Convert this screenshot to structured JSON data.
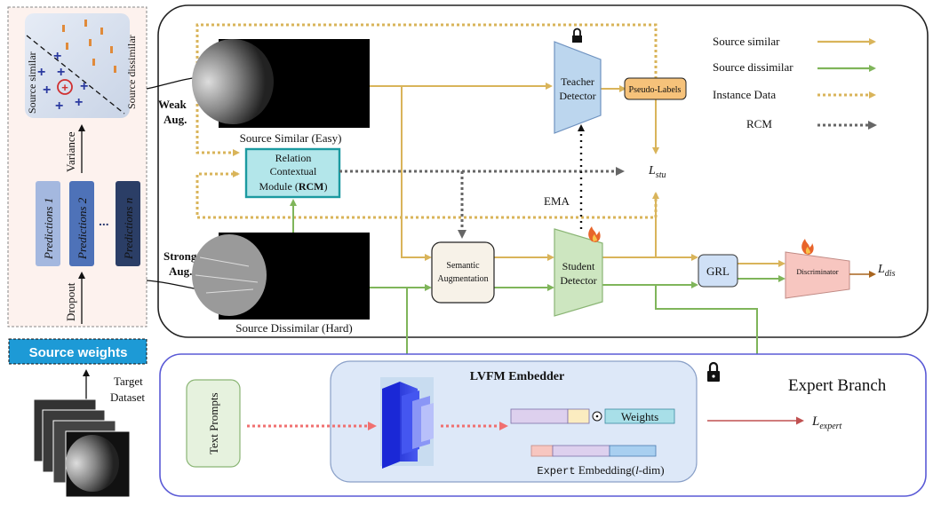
{
  "left_panel": {
    "scatter_similar": "Source similar",
    "scatter_dissimilar": "Source dissimilar",
    "variance": "Variance",
    "dropout": "Dropout",
    "pred_1": "Predictions 1",
    "pred_2": "Predictions 2",
    "pred_dots": "...",
    "pred_n": "Predictions n",
    "source_weights": "Source weights",
    "target_dataset_1": "Target",
    "target_dataset_2": "Dataset"
  },
  "main": {
    "weak_aug_1": "Weak",
    "weak_aug_2": "Aug.",
    "strong_aug_1": "Strong",
    "strong_aug_2": "Aug.",
    "source_similar_caption": "Source Similar (Easy)",
    "source_dissimilar_caption": "Source Dissimilar (Hard)",
    "rcm_line1": "Relation",
    "rcm_line2": "Contextual",
    "rcm_line3_pre": "Module (",
    "rcm_line3_bold": "RCM",
    "rcm_line3_post": ")",
    "semantic_1": "Semantic",
    "semantic_2": "Augmentation",
    "teacher_1": "Teacher",
    "teacher_2": "Detector",
    "student_1": "Student",
    "student_2": "Detector",
    "pseudo_labels": "Pseudo-Labels",
    "ema": "EMA",
    "l_stu_main": "L",
    "l_stu_sub": "stu",
    "grl": "GRL",
    "discriminator": "Discriminator",
    "l_dis_main": "L",
    "l_dis_sub": "dis"
  },
  "legend": {
    "source_similar": "Source similar",
    "source_dissimilar": "Source dissimilar",
    "instance_data": "Instance Data",
    "rcm": "RCM"
  },
  "expert": {
    "branch_title": "Expert Branch",
    "lvfm": "LVFM Embedder",
    "text_prompts": "Text Prompts",
    "weights": "Weights",
    "expert_embedding_mono": "Expert",
    "expert_embedding_rest_1": " Embedding(",
    "expert_embedding_l": "l",
    "expert_embedding_rest_2": "-dim)",
    "l_expert_main": "L",
    "l_expert_sub": "expert"
  },
  "colors": {
    "gold": "#d9b45a",
    "green": "#7fb55a",
    "gray_dot": "#666666",
    "teal": "#1b9aa0",
    "blue_frame": "#5a5ad6"
  }
}
